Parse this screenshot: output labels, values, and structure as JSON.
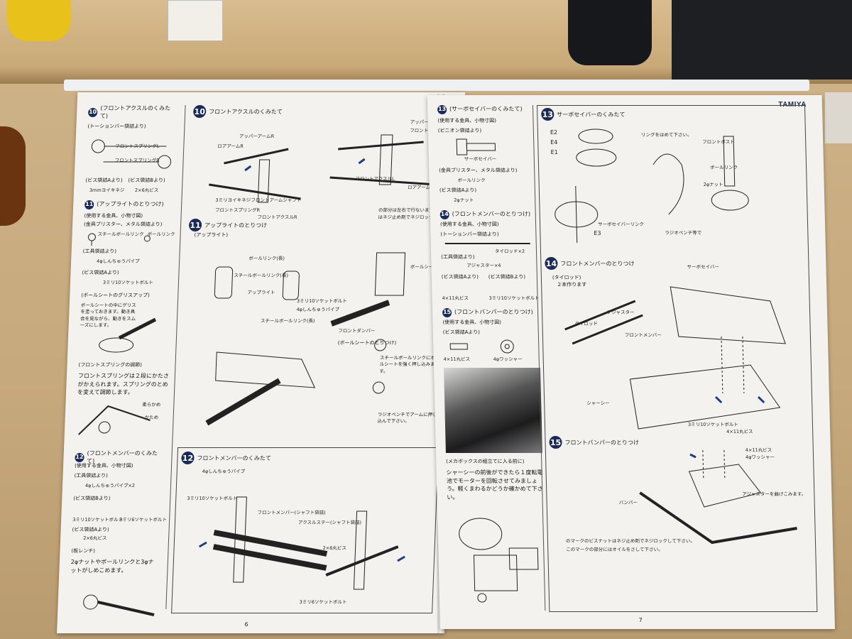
{
  "brand": "TAMIYA",
  "pages": {
    "left_number": "6",
    "right_number": "7"
  },
  "left_sidebar": {
    "s10_title": "(フロントアクスルのくみたて)",
    "s10_sub": "(トーションバー袋詰より)",
    "s10_parts": [
      "フロントスプリングL",
      "フロントスプリングR"
    ],
    "s10_bags": [
      "(ビス袋詰Aより)",
      "(ビス袋詰Bより)"
    ],
    "s10_bag_items": [
      "3mmヨイキネジ",
      "2×6丸ビス"
    ],
    "s11_title": "(アップライトのとりつけ)",
    "s11_sub": "(使用する金具、小物寸図)",
    "s11_sub2": "(金具ブリスター、メタル袋詰より)",
    "s11_parts": [
      "スチールボールリンク",
      "ボールリンク"
    ],
    "s11_tool": "(工具袋詰より)",
    "s11_tool_item": "4φしんちゅうパイプ",
    "s11_bag": "(ビス袋詰Aより)",
    "s11_bag_item": "3ミリ10ソケットボルト",
    "grease_title": "(ボールシートのグリスアップ)",
    "grease_text": "ボールシートの中にグリスを塗っておきます。動き具合を見ながら、動きをスムーズにします。",
    "spring_title": "(フロントスプリングの調節)",
    "spring_text": "フロントスプリングは２段にかたさがかえられます。スプリングのとめを変えて調節します。",
    "spring_labels": [
      "柔らかめ",
      "かため"
    ],
    "s12_title": "(フロントメンバーのくみたて)",
    "s12_sub": "(使用する金具、小物寸図)",
    "s12_tool": "(工具袋詰より)",
    "s12_tool_item": "4φしんちゅうパイプ×2",
    "s12_bag": "(ビス袋詰Bより)",
    "s12_bag_items": [
      "3ミリ10ソケットボルト",
      "3ミリ6ソケットボルト"
    ],
    "s12_bag2": "(ビス袋詰Aより)",
    "s12_bag2_item": "2×6丸ビス",
    "wrench_title": "(板レンチ)",
    "wrench_text": "2φナットやボールリンクと3φナットがしめこめます。"
  },
  "left_main": {
    "s10_heading": "フロントアクスルのくみたて",
    "s10_labels": [
      "アッパーアームR",
      "ロアアームR",
      "フロントアームシャフト",
      "フロントアクスルR",
      "3ミリヨイキネジ",
      "フロントスプリングR",
      "アッパーアームL",
      "フロントスプリングL",
      "フロントアクスルL",
      "ロアアームL"
    ],
    "s10_note": "の部分は左右で行ないます。",
    "s10_note2": "はネジ止め剤でネジロックします。",
    "s11_heading": "アップライトのとりつけ",
    "s11_sub_left": "(アップライト)",
    "s11_labels": [
      "ボールリンク(長)",
      "スチールボールリンク(長)",
      "アップライト",
      "3ミリ10ソケットボルト",
      "4φしんちゅうパイプ",
      "ボールシート",
      "フロントダンパー",
      "スチールボールリンク(長)"
    ],
    "s11_ball_heading": "(ボールシートのとりつけ)",
    "s11_ball_text": "スチールボールリンクにボールシートを強く押し込みます。",
    "s11_ball_text2": "ラジオペンチでアームに押し込んで下さい。",
    "s12_heading": "フロントメンバーのくみたて",
    "s12_labels": [
      "4φしんちゅうパイプ",
      "3ミリ10ソケットボルト",
      "フロントメンバー(シャフト袋詰)",
      "アクスルステー(シャフト袋詰)",
      "3ミリ6ソケットボルト",
      "2×6丸ビス"
    ]
  },
  "right_sidebar": {
    "s13_title": "(サーボセイバーのくみたて)",
    "s13_sub": "(使用する金具、小物寸図)",
    "s13_sub2": "(ピニオン袋詰より)",
    "s13_items": [
      "サーボセイバー",
      "ボールリンク",
      "2φナット"
    ],
    "s14_title": "(フロントメンバーのとりつけ)",
    "s14_sub": "(使用する金具、小物寸図)",
    "s14_sub2": "(トーションバー袋詰より)",
    "s14_items": [
      "タイロッド×2",
      "アジャスター×4"
    ],
    "s14_bags": [
      "(ビス袋詰Aより)",
      "(ビス袋詰Bより)"
    ],
    "s14_bag_items": [
      "4×11丸ビス",
      "3ミリ10ソケットボルト"
    ],
    "s15_title": "(フロントバンパーのとりつけ)",
    "s15_sub": "(使用する金具、小物寸図)",
    "s15_sub2": "(ビス袋詰Aより)",
    "s15_items": [
      "4×11丸ビス",
      "4φワッシャー"
    ],
    "mecha_title": "(メカボックスの組立てに入る前に)",
    "mecha_text": "シャーシーの前後ができたら１度転電池でモーターを回転させてみましょう。軽くまわるかどうか確かめて下さい。"
  },
  "right_main": {
    "s13_heading": "サーボセイバーのくみたて",
    "s13_labels": [
      "E2",
      "E4",
      "E1",
      "E3",
      "フロントボスト",
      "ボールリンク",
      "2φナット",
      "サーボセイバーリンク",
      "ラジオペンチ等で"
    ],
    "s13_note": "リングをはめて下さい。",
    "s14_heading": "フロントメンバーのとりつけ",
    "s14_sub": "(タイロッド)",
    "s14_sub2": "２本作ります",
    "s14_labels": [
      "タイロッド",
      "アジャスター",
      "フロントメンバー",
      "サーボセイバー",
      "シャーシー",
      "3ミリ10ソケットボルト",
      "4×11丸ビス"
    ],
    "s15_heading": "フロントバンパーのとりつけ",
    "s15_labels": [
      "4×11丸ビス",
      "4φワッシャー",
      "バンパー",
      "アジャスターを曲げこみます。"
    ],
    "legend": [
      "のマークのビスナットはネジ止め剤でネジロックして下さい。",
      "このマークの部分にはオイルをさして下さい。"
    ]
  }
}
